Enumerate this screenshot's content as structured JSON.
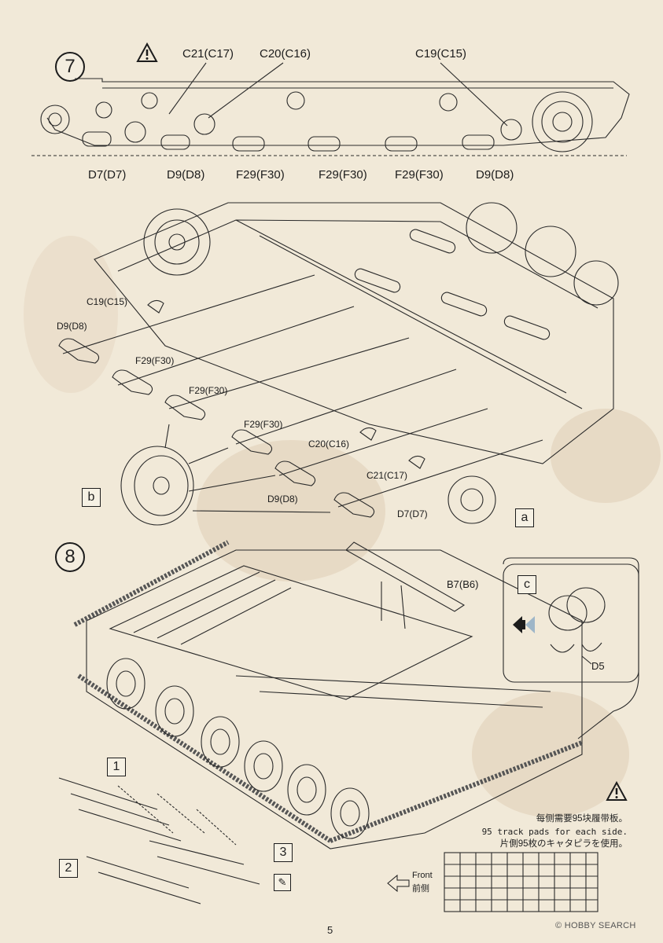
{
  "step7": {
    "number": "7",
    "top_labels": [
      "C21(C17)",
      "C20(C16)",
      "C19(C15)"
    ],
    "bottom_labels": [
      "D7(D7)",
      "D9(D8)",
      "F29(F30)",
      "F29(F30)",
      "F29(F30)",
      "D9(D8)"
    ],
    "exploded_labels": {
      "c19": "C19(C15)",
      "d9_top": "D9(D8)",
      "f29_a": "F29(F30)",
      "f29_b": "F29(F30)",
      "f29_c": "F29(F30)",
      "c20": "C20(C16)",
      "c21": "C21(C17)",
      "d9_low": "D9(D8)",
      "d7": "D7(D7)"
    },
    "box_b": "b",
    "box_a": "a"
  },
  "step8": {
    "number": "8",
    "b7_label": "B7(B6)",
    "box_c": "c",
    "d5_label": "D5",
    "sub_1": "1",
    "sub_2": "2",
    "sub_3": "3",
    "note_cn": "每侧需要95块履带板。",
    "note_en": "95 track pads for each side.",
    "note_jp": "片側95枚のキャタピラを使用。",
    "front_en": "Front",
    "front_cn": "前侧"
  },
  "page_number": "5",
  "watermark": "© HOBBY SEARCH",
  "colors": {
    "paper": "#f1e9d8",
    "ink": "#1c1c1c",
    "stain": "#c8a27a"
  },
  "icons": [
    "warning-icon",
    "paint-icon",
    "arrow-left-icon",
    "direction-arrow-icon"
  ]
}
